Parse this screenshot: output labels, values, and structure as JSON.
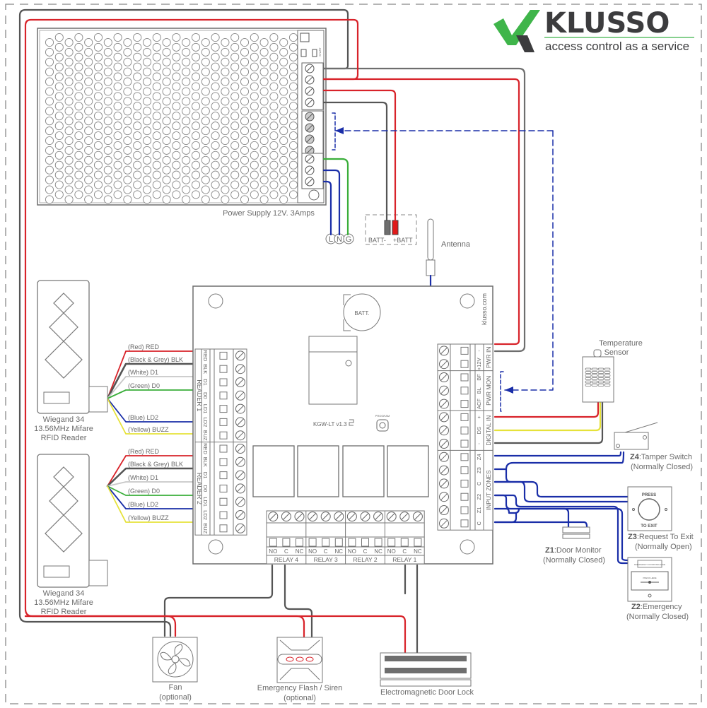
{
  "brand": {
    "name": "KLUSSO",
    "tagline": "access control as a service",
    "colors": {
      "green": "#3fb54a",
      "dark": "#3c3c3e"
    }
  },
  "wire_colors": {
    "red": "#d8232a",
    "black": "#555555",
    "white": "#c8c8c8",
    "green": "#3aae3a",
    "blue": "#1a2ea8",
    "yellow": "#e6e23a",
    "outline": "#6e6e6e"
  },
  "power_supply": {
    "label": "Power Supply 12V. 3Amps",
    "start_label": "START",
    "mains": [
      "L",
      "N",
      "G"
    ],
    "battery": {
      "neg": "BATT-",
      "pos": "+BATT"
    }
  },
  "antenna": {
    "label": "Antenna"
  },
  "board": {
    "model": "KGW-LT v1.3",
    "website": "klusso.com",
    "battery_label": "BATT.",
    "program_label": "PROGRAM",
    "reader1": {
      "title": "READER 1",
      "pins": [
        "RED",
        "BLK",
        "D1",
        "D0",
        "LD1",
        "LD2",
        "BUZ"
      ]
    },
    "reader2": {
      "title": "READER 2",
      "pins": [
        "RED",
        "BLK",
        "D1",
        "D0",
        "LD1",
        "LD2",
        "BUZ"
      ]
    },
    "right_groups": [
      {
        "title": "PWR IN",
        "pins": [
          "-",
          "+12V"
        ]
      },
      {
        "title": "PWR MON",
        "pins": [
          "BF",
          "BL",
          "ACF"
        ]
      },
      {
        "title": "DIGITAL IN",
        "pins": [
          "+",
          "DS",
          "-"
        ]
      },
      {
        "title": "INPUT ZONES",
        "pins": [
          "Z4",
          "Z3",
          "C",
          "Z2",
          "Z1",
          "C"
        ]
      }
    ],
    "relays": [
      {
        "title": "RELAY 4",
        "pins": [
          "NO",
          "C",
          "NC"
        ]
      },
      {
        "title": "RELAY 3",
        "pins": [
          "NO",
          "C",
          "NC"
        ]
      },
      {
        "title": "RELAY 2",
        "pins": [
          "NO",
          "C",
          "NC"
        ]
      },
      {
        "title": "RELAY 1",
        "pins": [
          "NO",
          "C",
          "NC"
        ]
      }
    ]
  },
  "readers": [
    {
      "caption": [
        "Wiegand 34",
        "13.56MHz Mifare",
        "RFID Reader"
      ],
      "wires": [
        {
          "label": "(Red) RED",
          "color": "red"
        },
        {
          "label": "(Black & Grey) BLK",
          "color": "black"
        },
        {
          "label": "(White) D1",
          "color": "white"
        },
        {
          "label": "(Green) D0",
          "color": "green"
        },
        {
          "label": "(Blue) LD2",
          "color": "blue"
        },
        {
          "label": "(Yellow) BUZZ",
          "color": "yellow"
        }
      ]
    },
    {
      "caption": [
        "Wiegand 34",
        "13.56MHz Mifare",
        "RFID Reader"
      ],
      "wires": [
        {
          "label": "(Red) RED",
          "color": "red"
        },
        {
          "label": "(Black & Grey) BLK",
          "color": "black"
        },
        {
          "label": "(White) D1",
          "color": "white"
        },
        {
          "label": "(Green) D0",
          "color": "green"
        },
        {
          "label": "(Blue) LD2",
          "color": "blue"
        },
        {
          "label": "(Yellow) BUZZ",
          "color": "yellow"
        }
      ]
    }
  ],
  "devices": {
    "temperature_sensor": [
      "Temperature",
      "Sensor"
    ],
    "tamper": {
      "zone": "Z4",
      "name": ":Tamper Switch",
      "state": "(Normally Closed)"
    },
    "rte": {
      "zone": "Z3",
      "name": ":Request To Exit",
      "state": "(Normally Open)",
      "press": "PRESS",
      "to_exit": "TO EXIT"
    },
    "door_monitor": {
      "zone": "Z1",
      "name": ":Door Monitor",
      "state": "(Normally Closed)"
    },
    "emergency": {
      "zone": "Z2",
      "name": ":Emergency",
      "state": "(Normally Closed)",
      "top": "EMERGENCY DOOR RELEASE",
      "press": "PRESS HERE"
    },
    "fan": [
      "Fan",
      "(optional)"
    ],
    "siren": [
      "Emergency Flash / Siren",
      "(optional)"
    ],
    "maglock": [
      "Electromagnetic Door Lock"
    ]
  }
}
